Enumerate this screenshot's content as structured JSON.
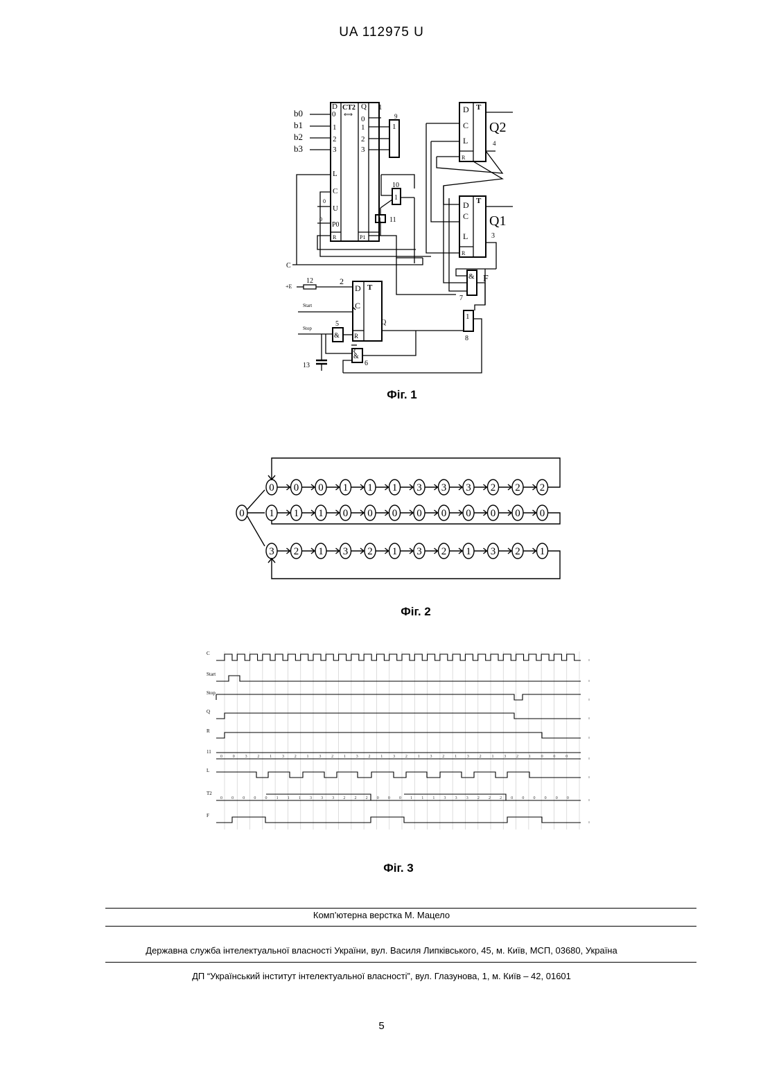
{
  "header": {
    "patent_number": "UA   112975   U"
  },
  "fig1": {
    "caption": "Фіг. 1",
    "inputs": [
      "b0",
      "b1",
      "b2",
      "b3"
    ],
    "counter": {
      "in_pins": [
        "D",
        "0",
        "1",
        "2",
        "3",
        "L",
        "C",
        "U",
        "P0",
        "R"
      ],
      "title": "CT2",
      "arrow": "⟺",
      "out_pins": [
        "Q",
        "0",
        "1",
        "2",
        "3",
        "P1"
      ],
      "pin_consts": [
        "0",
        "0"
      ]
    },
    "trigger_q2": {
      "pins": [
        "D",
        "C",
        "L",
        "R"
      ],
      "title": "T",
      "label": "Q2",
      "num": "4"
    },
    "trigger_q1": {
      "pins": [
        "D",
        "C",
        "L",
        "R"
      ],
      "title": "T",
      "label": "Q1",
      "num": "3"
    },
    "trigger_2": {
      "pins": [
        "D",
        "C",
        "R"
      ],
      "title": "T",
      "num": "2"
    },
    "gates": {
      "g9": {
        "sym": "1",
        "num": "9"
      },
      "g10": {
        "sym": "1",
        "num": "10"
      },
      "g11": {
        "sym": "1",
        "num": "11"
      },
      "g7": {
        "sym": "&",
        "num": "7"
      },
      "g8": {
        "sym": "1",
        "num": "8"
      },
      "g5": {
        "sym": "&",
        "num": "5"
      },
      "g6": {
        "sym": "&",
        "num": "6"
      }
    },
    "misc": {
      "label_1": "1",
      "c_input": "C",
      "plus_e": "+E",
      "resistor": "12",
      "start": "Start",
      "stop": "Stop",
      "q_out": "Q",
      "r_bar": "R",
      "f_out": "F",
      "cap": "13"
    }
  },
  "fig2": {
    "caption": "Фіг. 2",
    "start": "0",
    "rows": [
      [
        "0",
        "0",
        "0",
        "1",
        "1",
        "1",
        "3",
        "3",
        "3",
        "2",
        "2",
        "2"
      ],
      [
        "1",
        "1",
        "1",
        "0",
        "0",
        "0",
        "0",
        "0",
        "0",
        "0",
        "0",
        "0"
      ],
      [
        "3",
        "2",
        "1",
        "3",
        "2",
        "1",
        "3",
        "2",
        "1",
        "3",
        "2",
        "1"
      ]
    ]
  },
  "fig3": {
    "caption": "Фіг. 3",
    "signals": [
      "C",
      "Start",
      "Stop",
      "Q",
      "R",
      "11",
      "L",
      "T2",
      "F"
    ],
    "clock_pulses": 28,
    "ct11_values": [
      "0",
      "0",
      "3",
      "2",
      "1",
      "3",
      "2",
      "1",
      "3",
      "2",
      "1",
      "3",
      "2",
      "1",
      "3",
      "2",
      "1",
      "3",
      "2",
      "1",
      "3",
      "2",
      "1",
      "3",
      "2",
      "1",
      "0",
      "0",
      "0"
    ],
    "t2_values": [
      "0",
      "0",
      "0",
      "0",
      "0",
      "1",
      "1",
      "1",
      "3",
      "3",
      "3",
      "2",
      "2",
      "2",
      "0",
      "0",
      "0",
      "1",
      "1",
      "1",
      "3",
      "3",
      "3",
      "2",
      "2",
      "2",
      "0",
      "0",
      "0",
      "0",
      "0",
      "0"
    ]
  },
  "footer": {
    "layout": "Комп’ютерна верстка М. Мацело",
    "service": "Державна служба інтелектуальної власності України, вул. Василя Липківського, 45, м. Київ, МСП, 03680, Україна",
    "institute": "ДП “Український інститут інтелектуальної власності”, вул. Глазунова, 1, м. Київ – 42, 01601"
  },
  "page_number": "5"
}
